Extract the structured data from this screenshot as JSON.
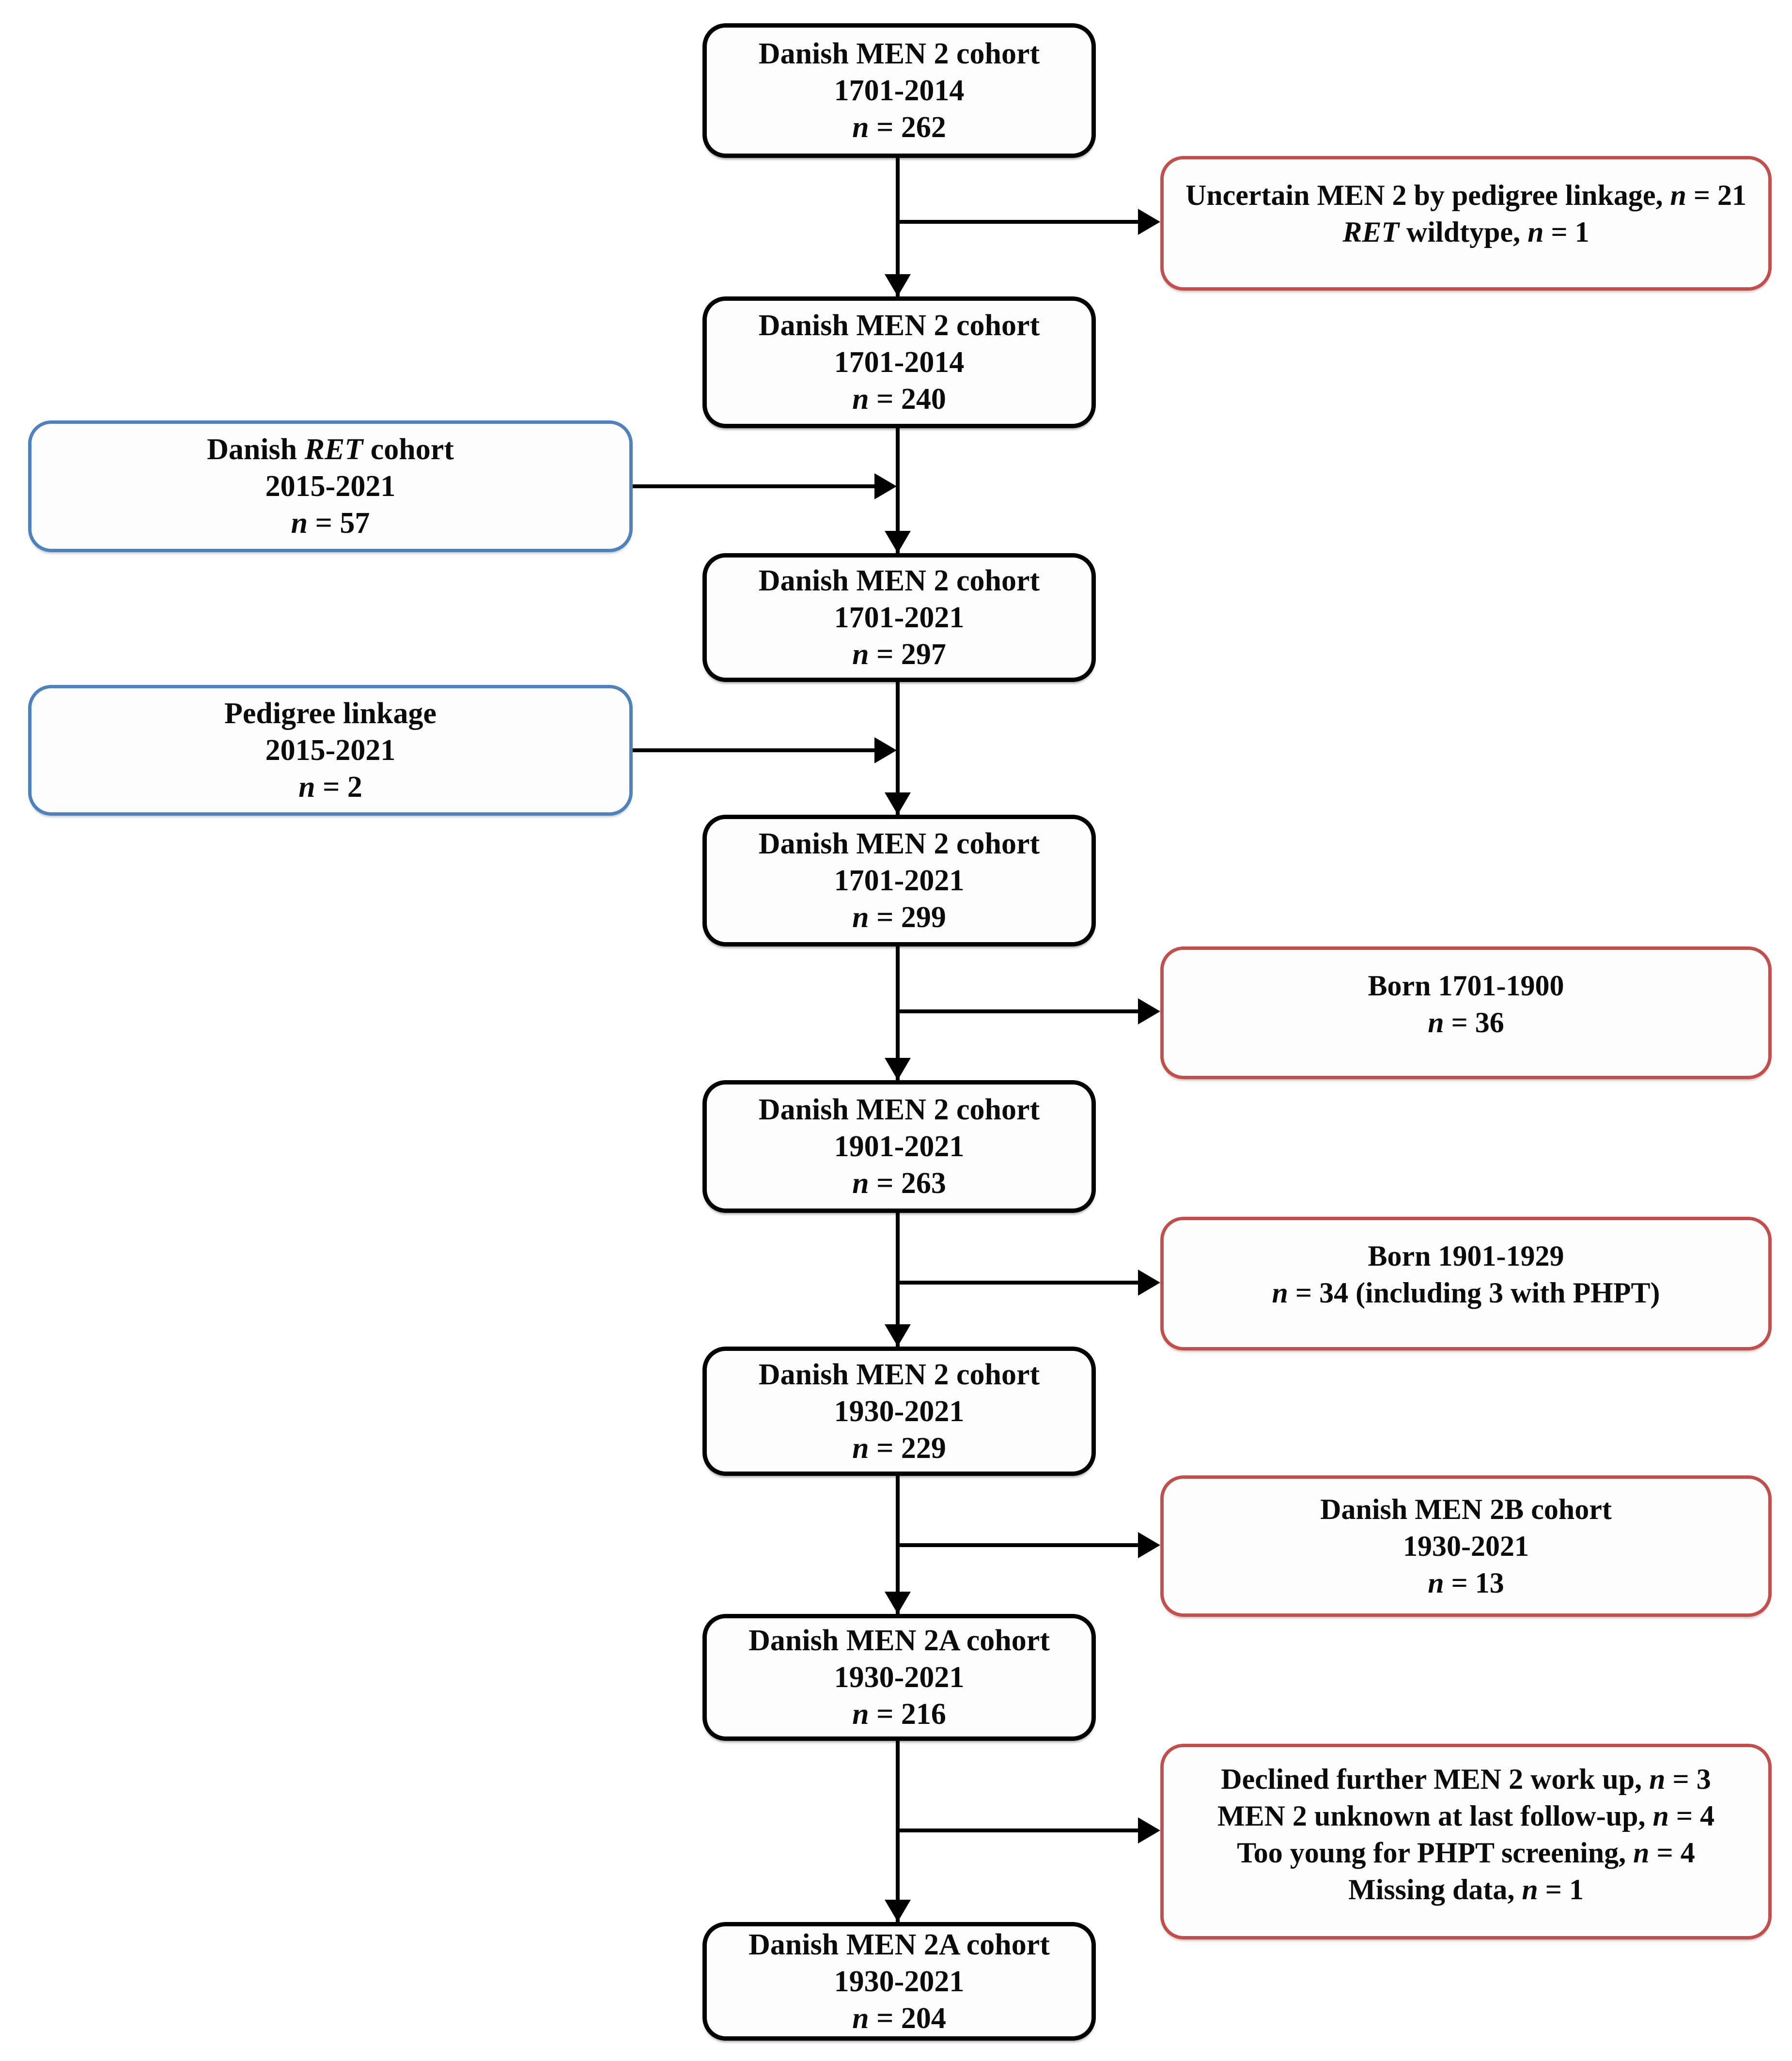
{
  "colors": {
    "background": "#ffffff",
    "main_border": "#000000",
    "input_border": "#4f81bd",
    "excluded_border": "#c0504d",
    "arrow": "#000000"
  },
  "boxes": {
    "main": [
      {
        "lines": [
          [
            {
              "t": "Danish MEN 2 cohort"
            }
          ],
          [
            {
              "t": "1701-2014"
            }
          ],
          [
            {
              "t": "n",
              "i": true
            },
            {
              "t": " = 262"
            }
          ]
        ]
      },
      {
        "lines": [
          [
            {
              "t": "Danish MEN 2 cohort"
            }
          ],
          [
            {
              "t": "1701-2014"
            }
          ],
          [
            {
              "t": "n",
              "i": true
            },
            {
              "t": " = 240"
            }
          ]
        ]
      },
      {
        "lines": [
          [
            {
              "t": "Danish MEN 2 cohort"
            }
          ],
          [
            {
              "t": "1701-2021"
            }
          ],
          [
            {
              "t": "n",
              "i": true
            },
            {
              "t": " = 297"
            }
          ]
        ]
      },
      {
        "lines": [
          [
            {
              "t": "Danish MEN 2 cohort"
            }
          ],
          [
            {
              "t": "1701-2021"
            }
          ],
          [
            {
              "t": "n",
              "i": true
            },
            {
              "t": " = 299"
            }
          ]
        ]
      },
      {
        "lines": [
          [
            {
              "t": "Danish MEN 2 cohort"
            }
          ],
          [
            {
              "t": "1901-2021"
            }
          ],
          [
            {
              "t": "n",
              "i": true
            },
            {
              "t": " = 263"
            }
          ]
        ]
      },
      {
        "lines": [
          [
            {
              "t": "Danish MEN 2 cohort"
            }
          ],
          [
            {
              "t": "1930-2021"
            }
          ],
          [
            {
              "t": "n",
              "i": true
            },
            {
              "t": " = 229"
            }
          ]
        ]
      },
      {
        "lines": [
          [
            {
              "t": "Danish MEN 2A cohort"
            }
          ],
          [
            {
              "t": "1930-2021"
            }
          ],
          [
            {
              "t": "n",
              "i": true
            },
            {
              "t": " = 216"
            }
          ]
        ]
      },
      {
        "lines": [
          [
            {
              "t": "Danish MEN 2A cohort"
            }
          ],
          [
            {
              "t": "1930-2021"
            }
          ],
          [
            {
              "t": "n",
              "i": true
            },
            {
              "t": " = 204"
            }
          ]
        ]
      }
    ],
    "inputs": [
      {
        "lines": [
          [
            {
              "t": "Danish "
            },
            {
              "t": "RET",
              "i": true
            },
            {
              "t": " cohort"
            }
          ],
          [
            {
              "t": "2015-2021"
            }
          ],
          [
            {
              "t": "n",
              "i": true
            },
            {
              "t": " = 57"
            }
          ]
        ]
      },
      {
        "lines": [
          [
            {
              "t": "Pedigree linkage"
            }
          ],
          [
            {
              "t": "2015-2021"
            }
          ],
          [
            {
              "t": "n",
              "i": true
            },
            {
              "t": " = 2"
            }
          ]
        ]
      }
    ],
    "excluded": [
      {
        "lines": [
          [
            {
              "t": "Uncertain MEN 2 by pedigree linkage, "
            },
            {
              "t": "n",
              "i": true
            },
            {
              "t": " = 21"
            }
          ],
          [
            {
              "t": "RET",
              "i": true
            },
            {
              "t": " wildtype, "
            },
            {
              "t": "n",
              "i": true
            },
            {
              "t": " = 1"
            }
          ]
        ]
      },
      {
        "lines": [
          [
            {
              "t": "Born 1701-1900"
            }
          ],
          [
            {
              "t": "n",
              "i": true
            },
            {
              "t": " = 36"
            }
          ]
        ]
      },
      {
        "lines": [
          [
            {
              "t": "Born 1901-1929"
            }
          ],
          [
            {
              "t": "n",
              "i": true
            },
            {
              "t": " = 34 (including 3 with PHPT)"
            }
          ]
        ]
      },
      {
        "lines": [
          [
            {
              "t": "Danish MEN 2B cohort"
            }
          ],
          [
            {
              "t": "1930-2021"
            }
          ],
          [
            {
              "t": "n",
              "i": true
            },
            {
              "t": " = 13"
            }
          ]
        ]
      },
      {
        "lines": [
          [
            {
              "t": "Declined further MEN 2 work up, "
            },
            {
              "t": "n",
              "i": true
            },
            {
              "t": " = 3"
            }
          ],
          [
            {
              "t": "MEN 2 unknown at last follow-up, "
            },
            {
              "t": "n",
              "i": true
            },
            {
              "t": " = 4"
            }
          ],
          [
            {
              "t": "Too young for PHPT screening, "
            },
            {
              "t": "n",
              "i": true
            },
            {
              "t": " = 4"
            }
          ],
          [
            {
              "t": "Missing data, "
            },
            {
              "t": "n",
              "i": true
            },
            {
              "t": " = 1"
            }
          ]
        ]
      }
    ]
  }
}
